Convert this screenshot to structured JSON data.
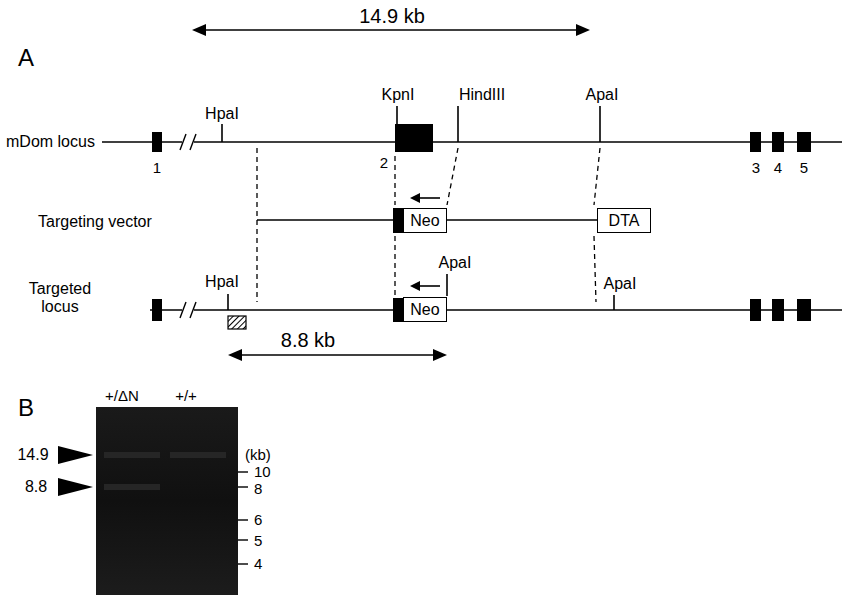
{
  "diagram": {
    "nodes": [
      {
        "text": [
          "Neo"
        ]
      },
      {
        "text": [
          "DTA"
        ]
      },
      {
        "text": [
          "Neo"
        ]
      }
    ],
    "labels": [
      "A",
      "14.9 kb",
      "HpaI",
      "KpnI",
      "HindIII",
      "ApaI",
      "mDom locus",
      "1",
      "2",
      "3",
      "4",
      "5",
      "Targeting vector",
      "Targeted locus",
      "HpaI",
      "ApaI",
      "ApaI",
      "8.8 kb",
      "B",
      "+/ΔN",
      "+/+",
      "14.9",
      "8.8",
      "(kb)",
      "10",
      "8",
      "6",
      "5",
      "4"
    ]
  }
}
